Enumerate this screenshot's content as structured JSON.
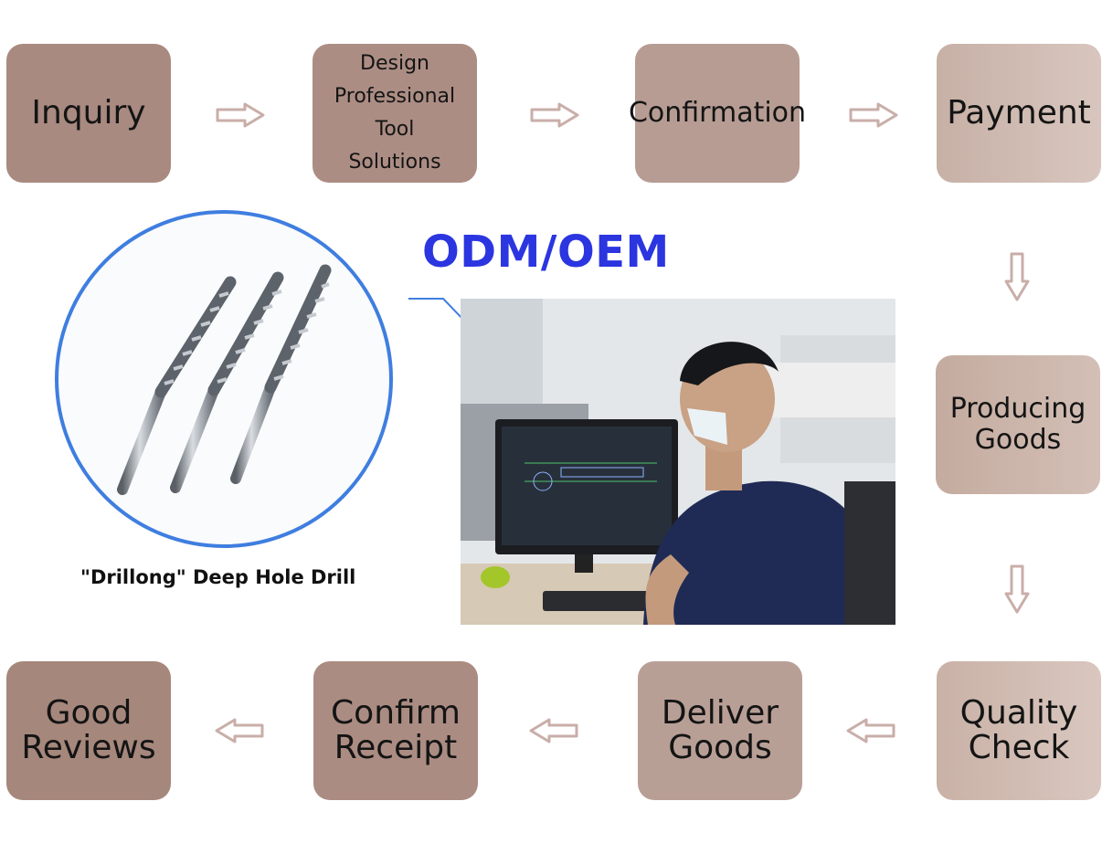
{
  "steps": {
    "inquiry": "Inquiry",
    "design": "Design\nProfessional\nTool\nSolutions",
    "confirmation": "Confirmation",
    "payment": "Payment",
    "producing": "Producing\nGoods",
    "quality": "Quality\nCheck",
    "deliver": "Deliver\nGoods",
    "receipt": "Confirm\nReceipt",
    "reviews": "Good\nReviews"
  },
  "title": "ODM/OEM",
  "caption": "\"Drillong\" Deep Hole Drill",
  "colors": {
    "box_dark": "#a98a80",
    "box_mid": "#b8a097",
    "box_light": "#cdb7ae",
    "arrow": "#c9aea8",
    "title_blue": "#2b35e0",
    "circle_blue": "#3f7ee0"
  },
  "icons": [
    "drill-bits-image",
    "engineer-workstation-photo"
  ]
}
